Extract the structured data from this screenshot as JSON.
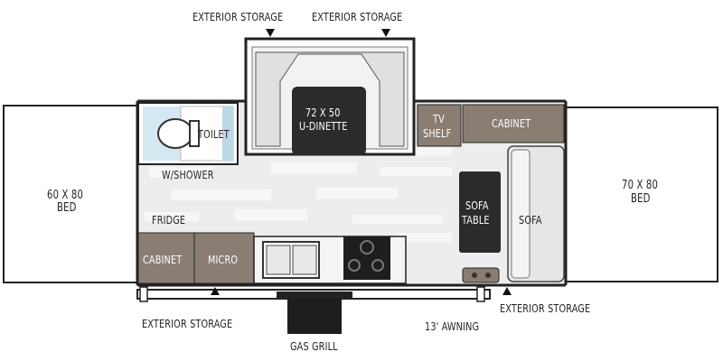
{
  "labels": {
    "ext_storage_top_left": "EXTERIOR STORAGE",
    "ext_storage_top_right": "EXTERIOR STORAGE",
    "dinette_line1": "72 X 50",
    "dinette_line2": "U-DINETTE",
    "bed_left_line1": "60 X 80",
    "bed_left_line2": "BED",
    "bed_right_line1": "70 X 80",
    "bed_right_line2": "BED",
    "toilet": "TOILET",
    "shower": "W/SHOWER",
    "tv_line1": "TV",
    "tv_line2": "SHELF",
    "cabinet_right": "CABINET",
    "sofa_table_line1": "SOFA",
    "sofa_table_line2": "TABLE",
    "sofa": "SOFA",
    "fridge": "FRIDGE",
    "cabinet_left": "CABINET",
    "micro": "MICRO",
    "ext_storage_bottom_left": "EXTERIOR STORAGE",
    "gas_grill": "GAS GRILL",
    "awning": "13' AWNING",
    "ext_storage_bottom_right": "EXTERIOR STORAGE"
  },
  "colors": {
    "outline": "#222222",
    "cabinet": "#8a7d73",
    "dark_fixture": "#2b2b2b",
    "floor": "#ececec",
    "bath": "#d7eaf3",
    "cushion": "#e2e2e2"
  }
}
